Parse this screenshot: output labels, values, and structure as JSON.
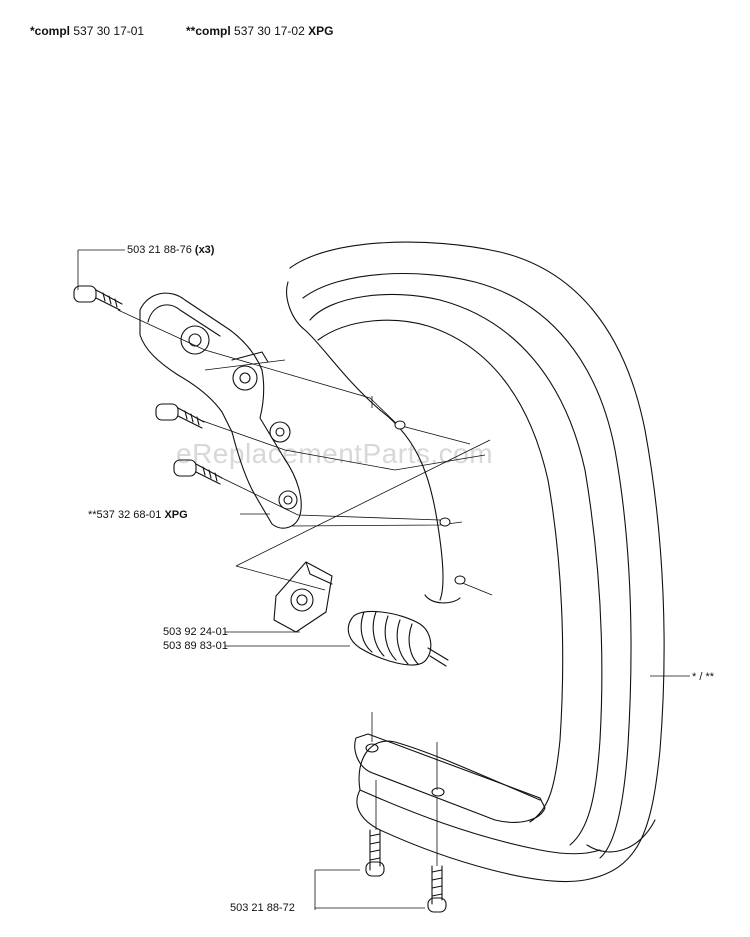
{
  "header": {
    "item1_prefix": "*compl",
    "item1_number": "537 30 17-01",
    "item2_prefix": "**compl",
    "item2_number": "537 30 17-02",
    "item2_suffix": "XPG"
  },
  "labels": {
    "screw_top": {
      "number": "503 21 88-76",
      "qty": "(x3)"
    },
    "bracket": {
      "number": "**537 32 68-01",
      "suffix": "XPG"
    },
    "washer": "503 92 24-01",
    "spring": "503 89 83-01",
    "handle": "* / **",
    "screw_bottom": "503 21 88-72"
  },
  "watermark": "eReplacementParts.com",
  "colors": {
    "ink": "#111111",
    "watermark": "#d8d8d8"
  }
}
